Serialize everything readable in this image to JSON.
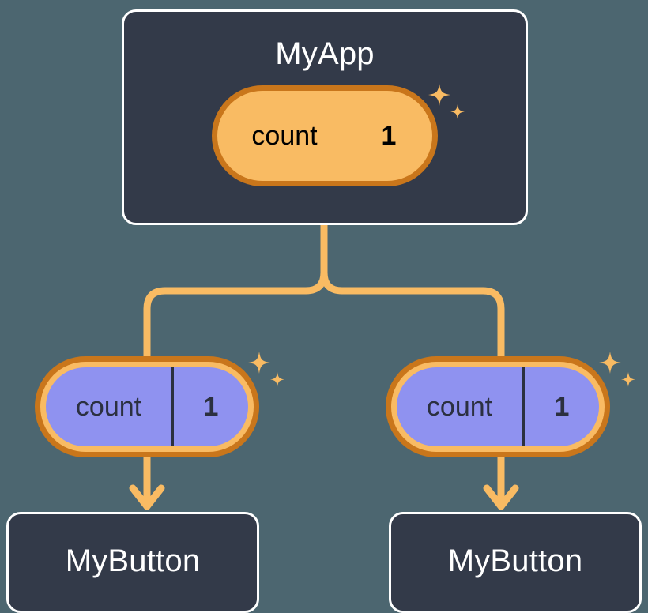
{
  "diagram": {
    "title_bar": null,
    "background_color": "#4c6670",
    "accent_orange": "#f9bb63",
    "accent_orange_dark": "#c9761b",
    "accent_indigo": "#8186ee",
    "card_fill": "#333a49",
    "card_border": "#ffffff"
  },
  "root": {
    "label": "MyApp",
    "state": {
      "key": "count",
      "value": "1"
    }
  },
  "children": [
    {
      "label": "MyButton",
      "state": {
        "key": "count",
        "value": "1"
      }
    },
    {
      "label": "MyButton",
      "state": {
        "key": "count",
        "value": "1"
      }
    }
  ],
  "icons": {
    "sparkle_large": "sparkle-icon",
    "sparkle_small": "sparkle-icon",
    "arrow": "arrow-down-icon",
    "branch": "branch-connector-icon"
  }
}
